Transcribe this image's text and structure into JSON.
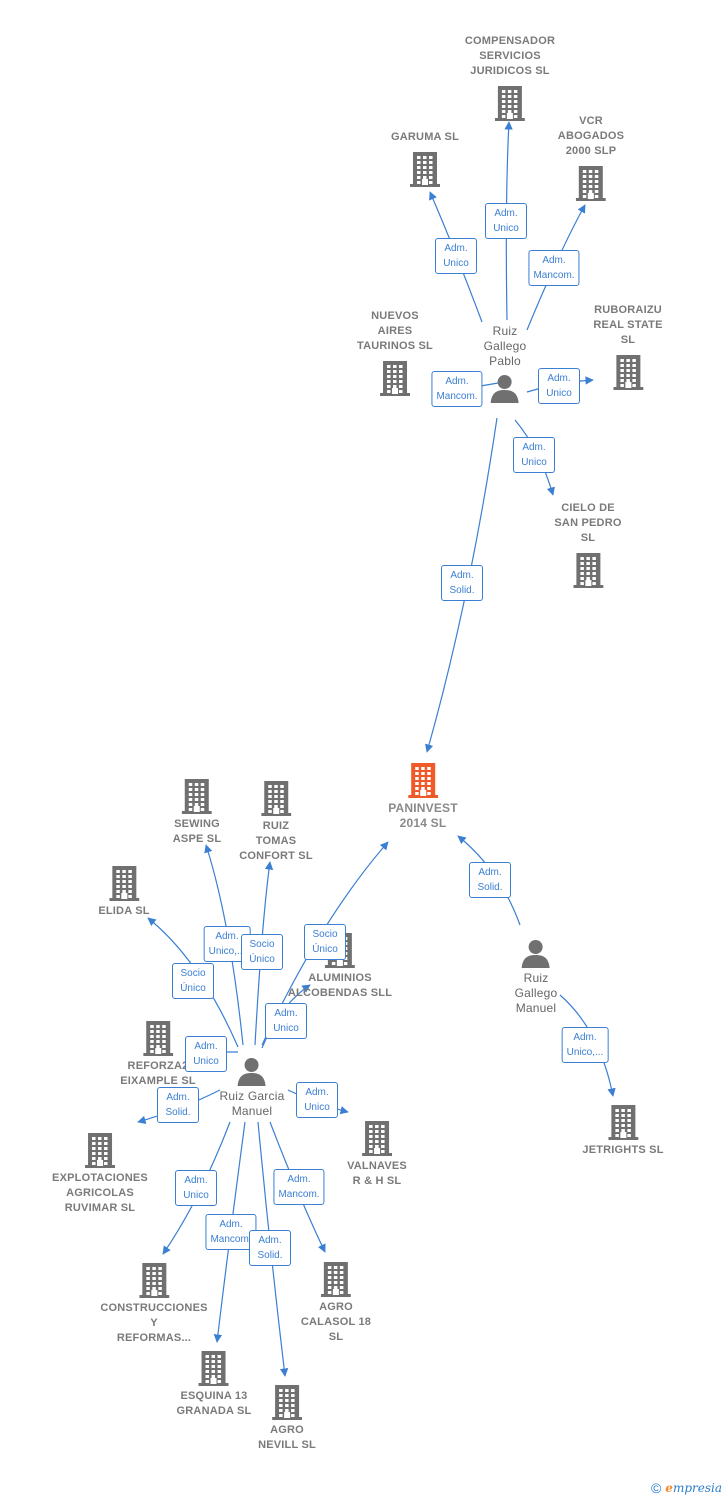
{
  "colors": {
    "edge": "#3b7fd3",
    "company": "#707070",
    "focus_company": "#f05a28",
    "person": "#707070",
    "role_text": "#3b7fd3"
  },
  "nodes": [
    {
      "id": "compensador",
      "type": "company",
      "label": "COMPENSADOR\nSERVICIOS\nJURIDICOS  SL",
      "icon": "building-icon"
    },
    {
      "id": "garuma",
      "type": "company",
      "label": "GARUMA SL",
      "icon": "building-icon"
    },
    {
      "id": "vcr",
      "type": "company",
      "label": "VCR\nABOGADOS\n2000  SLP",
      "icon": "building-icon"
    },
    {
      "id": "nuevos",
      "type": "company",
      "label": "NUEVOS\nAIRES\nTAURINOS SL",
      "icon": "building-icon"
    },
    {
      "id": "ruboraizu",
      "type": "company",
      "label": "RUBORAIZU\nREAL STATE\nSL",
      "icon": "building-icon"
    },
    {
      "id": "pablo",
      "type": "person",
      "label": "Ruiz\nGallego\nPablo",
      "icon": "person-icon"
    },
    {
      "id": "cielo",
      "type": "company",
      "label": "CIELO DE\nSAN PEDRO\nSL",
      "icon": "building-icon"
    },
    {
      "id": "paninvest",
      "type": "focus",
      "label": "PANINVEST\n2014  SL",
      "icon": "building-icon"
    },
    {
      "id": "sewing",
      "type": "company",
      "label": "SEWING\nASPE  SL",
      "icon": "building-icon"
    },
    {
      "id": "ruiztomas",
      "type": "company",
      "label": "RUIZ\nTOMAS\nCONFORT  SL",
      "icon": "building-icon"
    },
    {
      "id": "elida",
      "type": "company",
      "label": "ELIDA SL",
      "icon": "building-icon"
    },
    {
      "id": "aluminios",
      "type": "company",
      "label": "ALUMINIOS\nALCOBENDAS SLL",
      "icon": "building-icon"
    },
    {
      "id": "gmanuel",
      "type": "person",
      "label": "Ruiz\nGallego\nManuel",
      "icon": "person-icon"
    },
    {
      "id": "reforza",
      "type": "company",
      "label": "REFORZA2\nEIXAMPLE  SL",
      "icon": "building-icon"
    },
    {
      "id": "rgmanuel",
      "type": "person",
      "label": "Ruiz Garcia\nManuel",
      "icon": "person-icon"
    },
    {
      "id": "explot",
      "type": "company",
      "label": "EXPLOTACIONES\nAGRICOLAS\nRUVIMAR  SL",
      "icon": "building-icon"
    },
    {
      "id": "valnaves",
      "type": "company",
      "label": "VALNAVES\nR & H SL",
      "icon": "building-icon"
    },
    {
      "id": "jetrights",
      "type": "company",
      "label": "JETRIGHTS  SL",
      "icon": "building-icon"
    },
    {
      "id": "construc",
      "type": "company",
      "label": "CONSTRUCCIONES\nY\nREFORMAS...",
      "icon": "building-icon"
    },
    {
      "id": "agrocalasol",
      "type": "company",
      "label": "AGRO\nCALASOL 18\nSL",
      "icon": "building-icon"
    },
    {
      "id": "esquina",
      "type": "company",
      "label": "ESQUINA 13\nGRANADA  SL",
      "icon": "building-icon"
    },
    {
      "id": "agronevill",
      "type": "company",
      "label": "AGRO\nNEVILL  SL",
      "icon": "building-icon"
    }
  ],
  "roles": [
    {
      "id": "r_comp",
      "text": "Adm.\nUnico"
    },
    {
      "id": "r_garuma",
      "text": "Adm.\nUnico"
    },
    {
      "id": "r_vcr",
      "text": "Adm.\nMancom."
    },
    {
      "id": "r_nuevos",
      "text": "Adm.\nMancom."
    },
    {
      "id": "r_rubor",
      "text": "Adm.\nUnico"
    },
    {
      "id": "r_cielo",
      "text": "Adm.\nUnico"
    },
    {
      "id": "r_pan_pablo",
      "text": "Adm.\nSolid."
    },
    {
      "id": "r_pan_gm",
      "text": "Adm.\nSolid."
    },
    {
      "id": "r_jet",
      "text": "Adm.\nUnico,..."
    },
    {
      "id": "r_sewing",
      "text": "Adm.\nUnico,..."
    },
    {
      "id": "r_ruiztomas",
      "text": "Socio\nÚnico"
    },
    {
      "id": "r_elida",
      "text": "Socio\nÚnico"
    },
    {
      "id": "r_pan_rgm",
      "text": "Socio\nÚnico"
    },
    {
      "id": "r_alum",
      "text": "Adm.\nUnico"
    },
    {
      "id": "r_reforza",
      "text": "Adm.\nUnico"
    },
    {
      "id": "r_explot",
      "text": "Adm.\nSolid."
    },
    {
      "id": "r_valnaves",
      "text": "Adm.\nUnico"
    },
    {
      "id": "r_construc",
      "text": "Adm.\nUnico"
    },
    {
      "id": "r_agrocal",
      "text": "Adm.\nMancom."
    },
    {
      "id": "r_esquina",
      "text": "Adm.\nMancom."
    },
    {
      "id": "r_agronev",
      "text": "Adm.\nSolid."
    }
  ],
  "footer": {
    "copyright": "©",
    "brand_initial": "e",
    "brand_rest": "mpresia"
  }
}
